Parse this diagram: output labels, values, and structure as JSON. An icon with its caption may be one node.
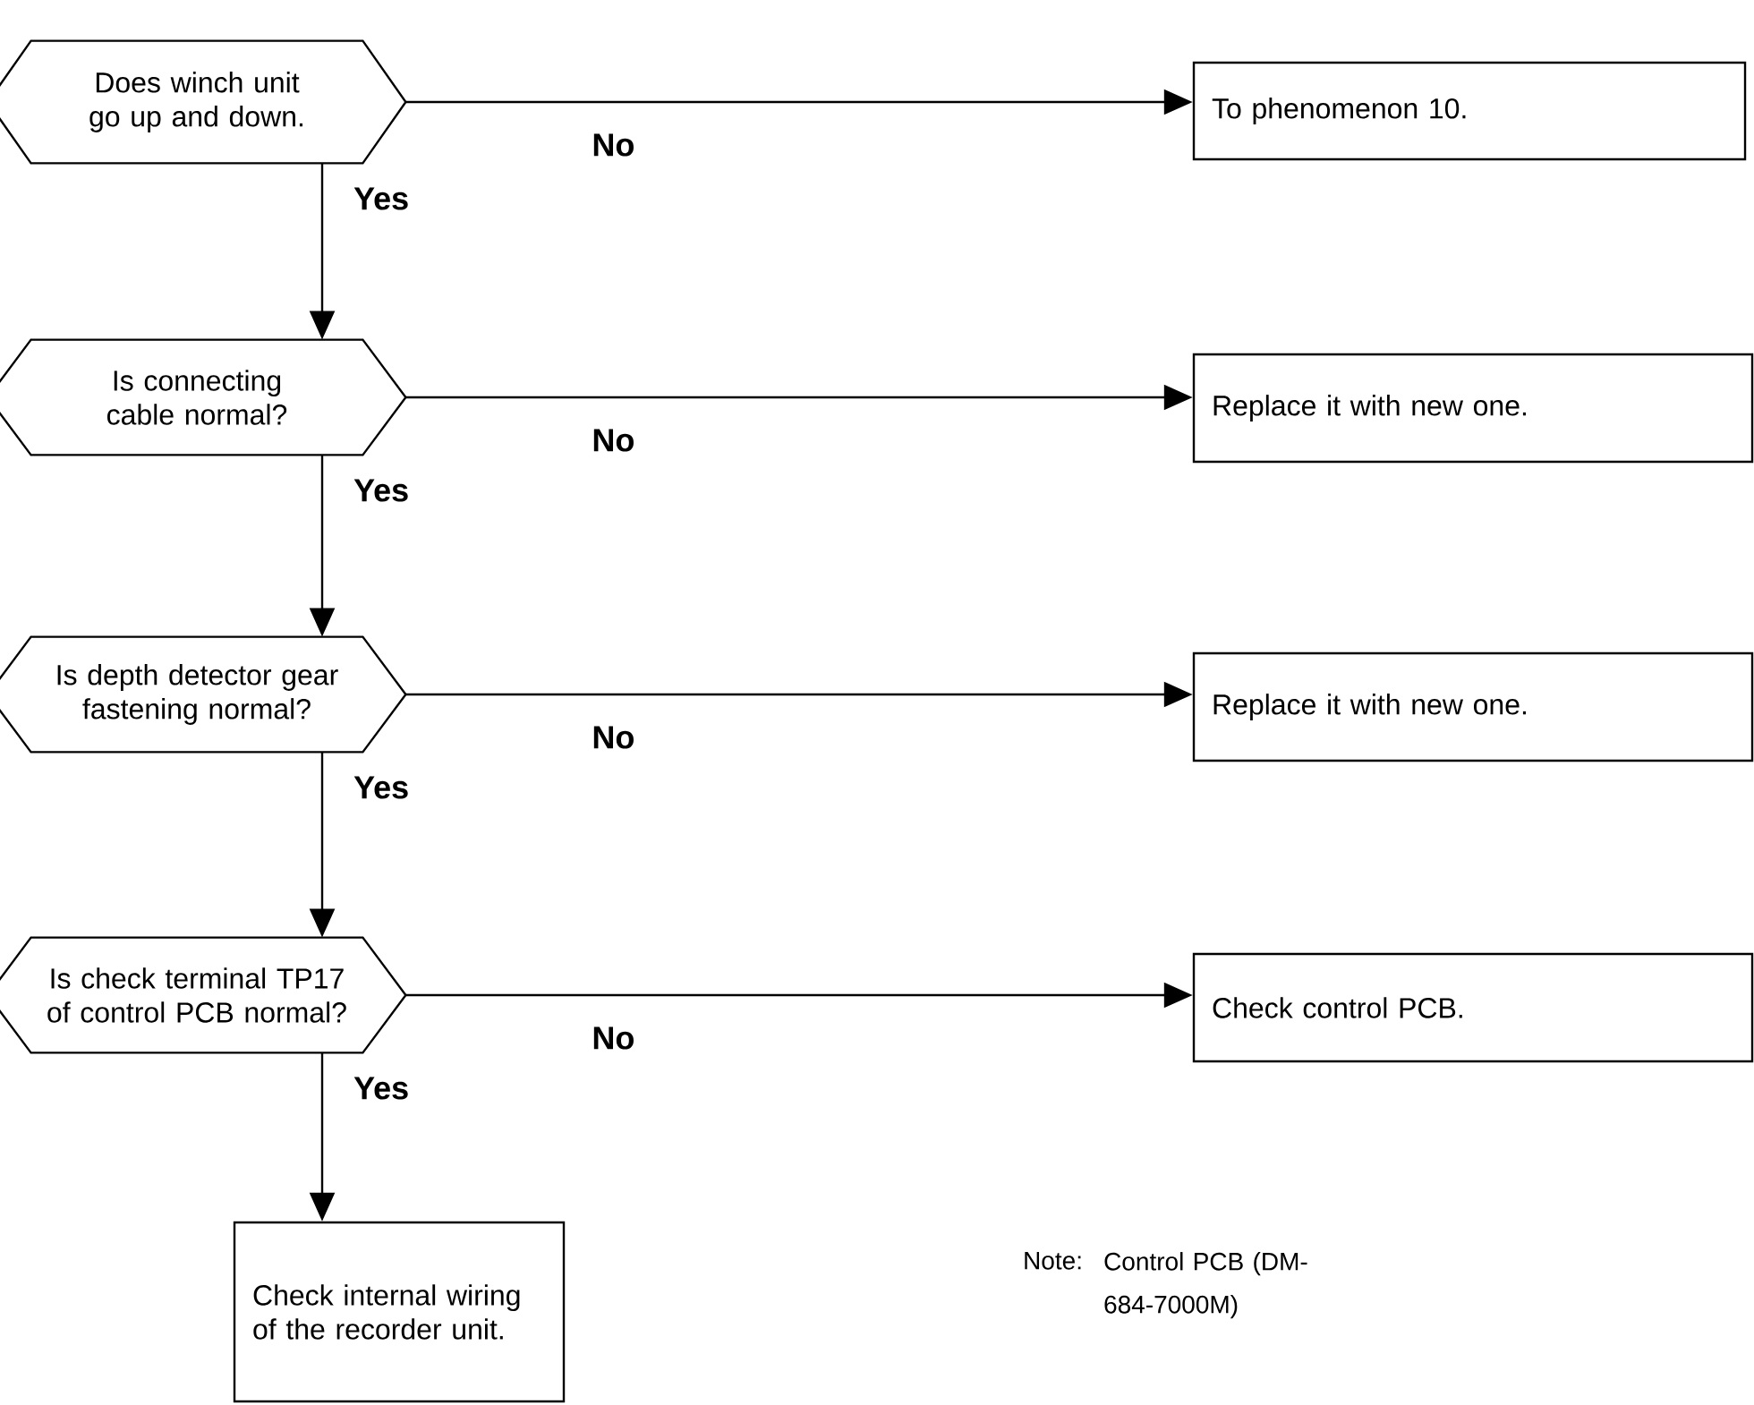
{
  "diagram": {
    "nodes": [
      {
        "text": [
          "Does winch unit go up and down."
        ]
      },
      {
        "text": [
          "To phenomenon 10."
        ]
      },
      {
        "text": [
          "Is connecting cable normal?"
        ]
      },
      {
        "text": [
          "Replace it with new one."
        ]
      },
      {
        "text": [
          "Is depth detector gear fastening normal?"
        ]
      },
      {
        "text": [
          "Replace it with new one."
        ]
      },
      {
        "text": [
          "Is check terminal TP17 of control PCB normal?"
        ]
      },
      {
        "text": [
          "Check control PCB."
        ]
      },
      {
        "text": [
          "Check internal wiring of the recorder unit."
        ]
      }
    ],
    "edges": [
      {
        "from": 0,
        "to": 1,
        "arrow": "to",
        "label": "No"
      },
      {
        "from": 0,
        "to": 2,
        "arrow": "to",
        "label": "Yes"
      },
      {
        "from": 2,
        "to": 3,
        "arrow": "to",
        "label": "No"
      },
      {
        "from": 2,
        "to": 4,
        "arrow": "to",
        "label": "Yes"
      },
      {
        "from": 4,
        "to": 5,
        "arrow": "to",
        "label": "No"
      },
      {
        "from": 4,
        "to": 6,
        "arrow": "to",
        "label": "Yes"
      },
      {
        "from": 6,
        "to": 7,
        "arrow": "to",
        "label": "No"
      },
      {
        "from": 6,
        "to": 8,
        "arrow": "to",
        "label": "Yes"
      }
    ],
    "labels": [
      "Note:",
      "Control PCB (DM-684-7000M)"
    ]
  }
}
